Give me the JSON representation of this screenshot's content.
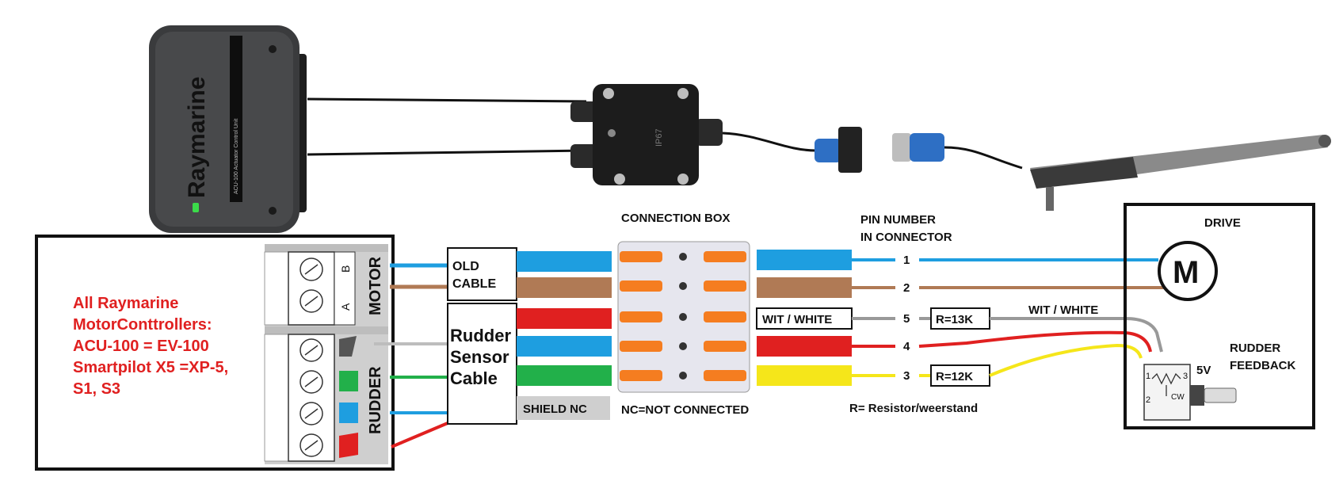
{
  "devices": {
    "acu_brand": "Raymarine",
    "acu_model": "ACU-100 Actuator Control Unit",
    "junction_ip": "IP67"
  },
  "labels": {
    "connection_box": "CONNECTION BOX",
    "pin_title_1": "PIN NUMBER",
    "pin_title_2": "IN CONNECTOR",
    "drive": "DRIVE",
    "motor_symbol": "M",
    "motor_terminal": "MOTOR",
    "rudder_terminal": "RUDDER",
    "term_a": "A",
    "term_b": "B",
    "old_cable_1": "OLD",
    "old_cable_2": "CABLE",
    "rudder_cable_1": "Rudder",
    "rudder_cable_2": "Sensor",
    "rudder_cable_3": "Cable",
    "shield_nc": "SHIELD NC",
    "nc_note": "NC=NOT CONNECTED",
    "wit_white_box": "WIT / WHITE",
    "wit_white_line": "WIT / WHITE",
    "resistor_1": "R=13K",
    "resistor_2": "R=12K",
    "resistor_note": "R= Resistor/weerstand",
    "pins": [
      "1",
      "2",
      "5",
      "4",
      "3"
    ],
    "voltage": "5V",
    "rudder_feedback_1": "RUDDER",
    "rudder_feedback_2": "FEEDBACK",
    "pot_pin_1": "1",
    "pot_pin_2": "2",
    "pot_pin_3": "3",
    "pot_cw": "CW"
  },
  "controller_note": [
    "All Raymarine",
    "MotorConttrollers:",
    "ACU-100 = EV-100",
    "Smartpilot X5 =XP-5,",
    "S1, S3"
  ],
  "colors": {
    "blue": "#1e9ee0",
    "brown": "#b07a55",
    "red": "#e02020",
    "green": "#22b04a",
    "yellow": "#f5e61a",
    "grey": "#bdbdbd",
    "orange": "#f57d20",
    "note_red": "#e02020"
  }
}
